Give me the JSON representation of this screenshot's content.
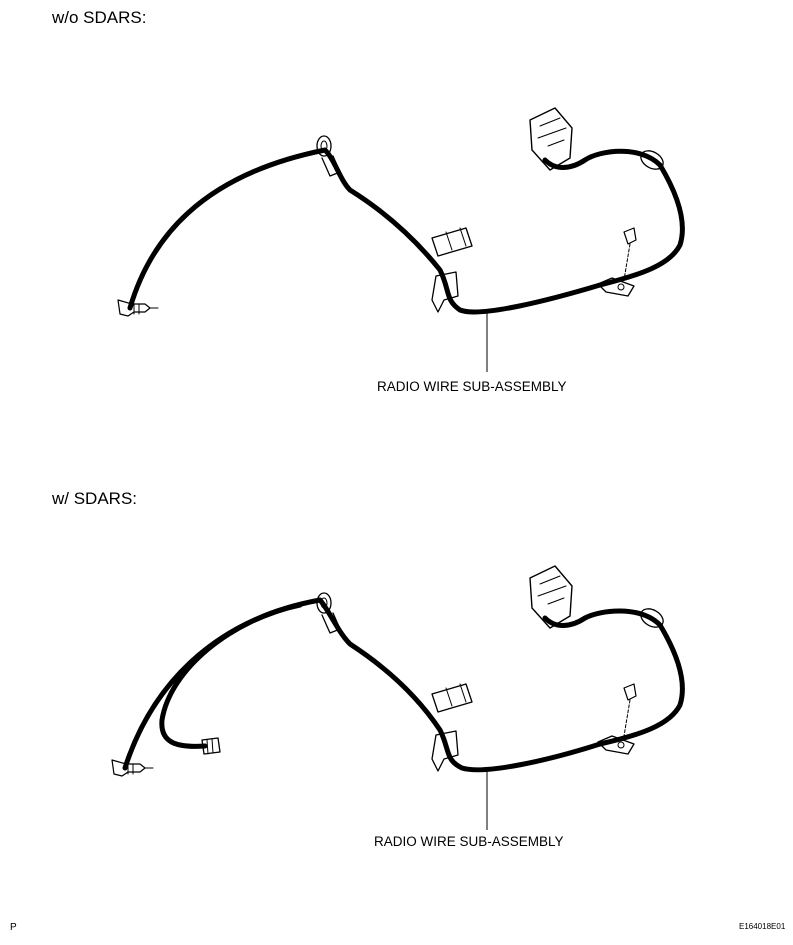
{
  "diagram": {
    "sections": [
      {
        "heading": "w/o SDARS:",
        "callout": "RADIO WIRE SUB-ASSEMBLY"
      },
      {
        "heading": "w/ SDARS:",
        "callout": "RADIO WIRE SUB-ASSEMBLY"
      }
    ],
    "footer": {
      "page_mark": "P",
      "figure_code": "E164018E01"
    }
  }
}
